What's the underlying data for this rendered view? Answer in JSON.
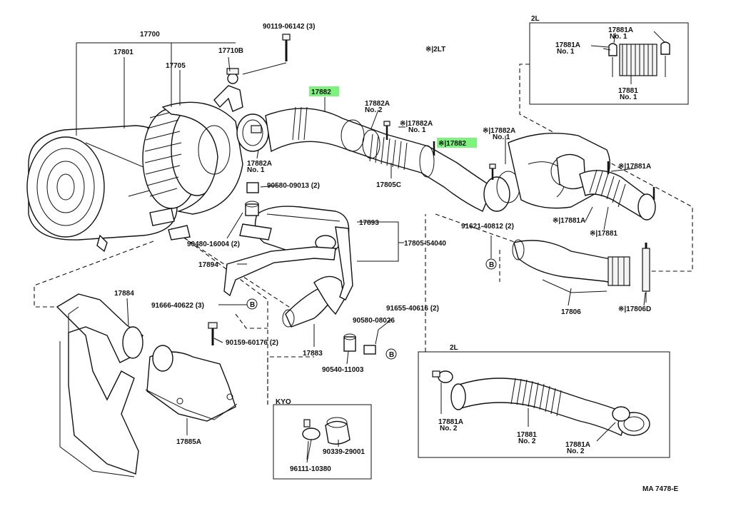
{
  "labels": {
    "p17700": "17700",
    "p17801": "17801",
    "p17705": "17705",
    "p17710B": "17710B",
    "p90119": "90119-06142 (3)",
    "p2LT": "※|2LT",
    "p17882_main": "17882",
    "p17882A_n2": "17882A",
    "p17882A_n2_sub": "No. 2",
    "p17882A_n1": "※|17882A",
    "p17882A_n1_sub": "No. 1",
    "p17882_b": "※|17882",
    "p17882A_left": "17882A",
    "p17882A_left_sub": "No. 1",
    "p17805C": "17805C",
    "p90580_09013": "90580-09013 (2)",
    "p90480": "90480-16004 (2)",
    "p17893": "17893",
    "p17805_54040": "17805-54040",
    "p17894": "17894",
    "p91666": "91666-40622 (3)",
    "b_circle": "B",
    "p17884": "17884",
    "p90159": "90159-60176 (2)",
    "p17883": "17883",
    "p90580_08026": "90580-08026",
    "p91655": "91655-40616 (2)",
    "p90540": "90540-11003",
    "p17885A": "17885A",
    "kyo_title": "KYO",
    "p90339": "90339-29001",
    "p96111": "96111-10380",
    "p91621": "91621-40812 (2)",
    "p17806": "17806",
    "p17806D": "※|17806D",
    "p17882A_r": "※|17882A",
    "p17882A_r_sub": "No. 1",
    "p17881A_r": "※|17881A",
    "p17881A_r2": "※|17881A",
    "p17881_r": "※|17881",
    "top2L_title": "2L",
    "top_17881A_a": "17881A",
    "top_17881A_a_sub": "No. 1",
    "top_17881A_b": "17881A",
    "top_17881A_b_sub": "No. 1",
    "top_17881": "17881",
    "top_17881_sub": "No. 1",
    "bot2L_title": "2L",
    "bot_17881A_a": "17881A",
    "bot_17881A_a_sub": "No. 2",
    "bot_17881": "17881",
    "bot_17881_sub": "No. 2",
    "bot_17881A_b": "17881A",
    "bot_17881A_b_sub": "No. 2",
    "footer_code": "MA 7478-E"
  },
  "colors": {
    "highlight": "#7df27d",
    "ink": "#111111"
  }
}
